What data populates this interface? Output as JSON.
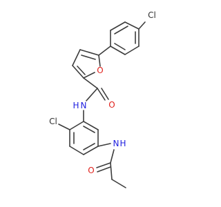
{
  "molecule": {
    "atoms": {
      "cl_top": "Cl",
      "o_furan": "O",
      "n_amide": "N",
      "h_amide": "H",
      "o_amide": "O",
      "cl_ring": "Cl",
      "n_lower": "N",
      "h_lower": "H",
      "o_lower": "O"
    },
    "colors": {
      "bond": "#3c3c3c",
      "oxygen": "#e0201b",
      "nitrogen": "#2020e0",
      "chlorine": "#303030",
      "background": "#ffffff"
    }
  }
}
